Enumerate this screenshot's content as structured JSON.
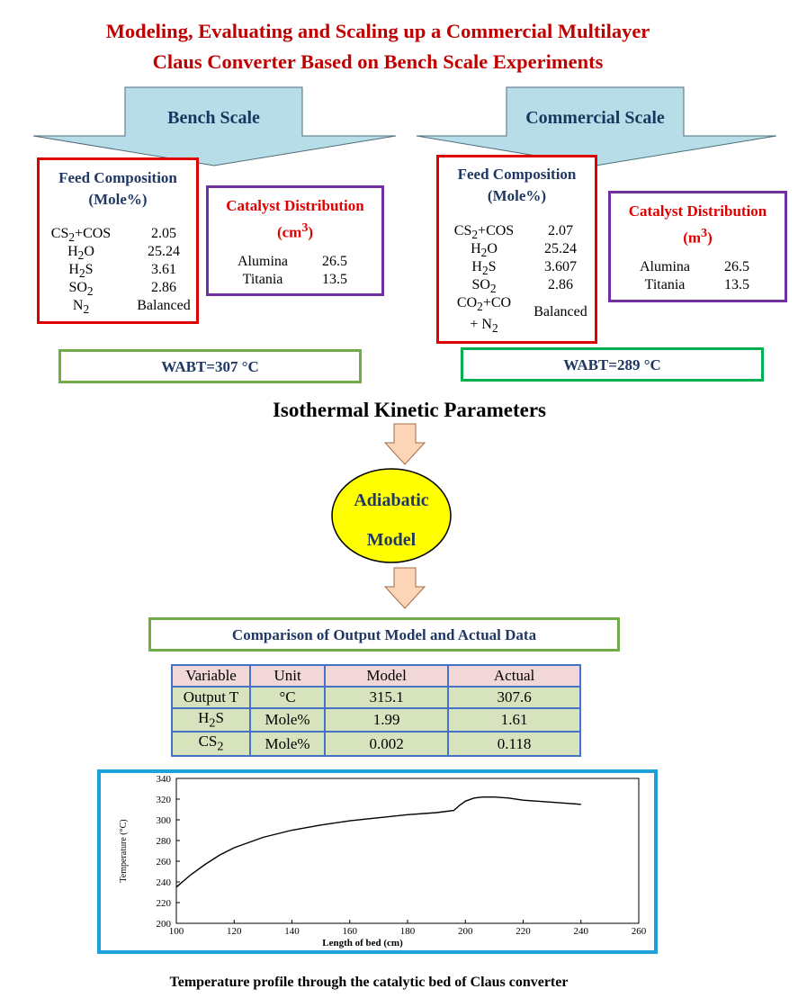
{
  "title_line1": "Modeling, Evaluating and Scaling up a Commercial Multilayer",
  "title_line2": "Claus Converter Based on Bench Scale Experiments",
  "bench": {
    "label": "Bench Scale",
    "feed_title_1": "Feed Composition",
    "feed_title_2": "(Mole%)",
    "feed": [
      {
        "name": "CS<sub>2</sub>+COS",
        "value": "2.05"
      },
      {
        "name": "H<sub>2</sub>O",
        "value": "25.24"
      },
      {
        "name": "H<sub>2</sub>S",
        "value": "3.61"
      },
      {
        "name": "SO<sub>2</sub>",
        "value": "2.86"
      },
      {
        "name": "N<sub>2</sub>",
        "value": "Balanced"
      }
    ],
    "cat_title_1": "Catalyst Distribution",
    "cat_title_2": "(cm<sup>3</sup>)",
    "catalyst": [
      {
        "name": "Alumina",
        "value": "26.5"
      },
      {
        "name": "Titania",
        "value": "13.5"
      }
    ],
    "wabt": "WABT=307 °C"
  },
  "commercial": {
    "label": "Commercial Scale",
    "feed_title_1": "Feed Composition",
    "feed_title_2": "(Mole%)",
    "feed": [
      {
        "name": "CS<sub>2</sub>+COS",
        "value": "2.07"
      },
      {
        "name": "H<sub>2</sub>O",
        "value": "25.24"
      },
      {
        "name": "H<sub>2</sub>S",
        "value": "3.607"
      },
      {
        "name": "SO<sub>2</sub>",
        "value": "2.86"
      },
      {
        "name": "CO<sub>2</sub>+CO<br>+ N<sub>2</sub>",
        "value": "Balanced"
      }
    ],
    "cat_title_1": "Catalyst Distribution",
    "cat_title_2": "(m<sup>3</sup>)",
    "catalyst": [
      {
        "name": "Alumina",
        "value": "26.5"
      },
      {
        "name": "Titania",
        "value": "13.5"
      }
    ],
    "wabt": "WABT=289 °C"
  },
  "kinetic": "Isothermal Kinetic Parameters",
  "model_line1": "Adiabatic",
  "model_line2": "Model",
  "comparison_title": "Comparison of Output Model and Actual Data",
  "table": {
    "headers": [
      "Variable",
      "Unit",
      "Model",
      "Actual"
    ],
    "rows": [
      [
        "Output T",
        "°C",
        "315.1",
        "307.6"
      ],
      [
        "H<sub>2</sub>S",
        "Mole%",
        "1.99",
        "1.61"
      ],
      [
        "CS<sub>2</sub>",
        "Mole%",
        "0.002",
        "0.118"
      ]
    ]
  },
  "chart_data": {
    "type": "line",
    "xlabel": "Length of bed (cm)",
    "ylabel": "Temperature (°C)",
    "xlim": [
      100,
      260
    ],
    "ylim": [
      200,
      340
    ],
    "xticks": [
      100,
      120,
      140,
      160,
      180,
      200,
      220,
      240,
      260
    ],
    "yticks": [
      200,
      220,
      240,
      260,
      280,
      300,
      320,
      340
    ],
    "grid": false,
    "series": [
      {
        "x": [
          100,
          105,
          110,
          115,
          120,
          130,
          140,
          150,
          160,
          170,
          180,
          190,
          196,
          198,
          200,
          203,
          206,
          210,
          215,
          220,
          230,
          240
        ],
        "y": [
          235,
          247,
          257,
          266,
          273,
          283,
          290,
          295,
          299,
          302,
          305,
          307,
          309,
          314,
          318,
          321,
          322,
          322,
          321,
          319,
          317,
          315
        ]
      }
    ]
  },
  "caption": "Temperature profile through the catalytic bed of Claus converter"
}
